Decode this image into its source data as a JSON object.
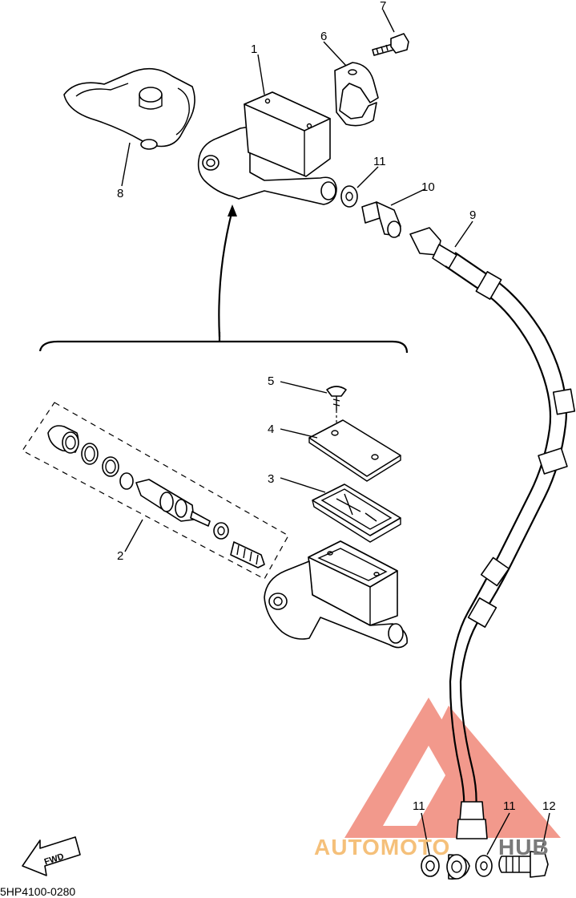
{
  "part_numbers": [
    "1",
    "2",
    "3",
    "4",
    "5",
    "6",
    "7",
    "8",
    "9",
    "10",
    "11",
    "11",
    "11",
    "12"
  ],
  "footer_code": "5HP4100-0280",
  "fwd_label": "FWD",
  "watermark": {
    "text_left": "AUTOMOTO",
    "text_right": "HUB",
    "colors": {
      "logo": "#f08070",
      "text_left": "#f5c07a",
      "text_right": "#7a7a7a"
    }
  }
}
